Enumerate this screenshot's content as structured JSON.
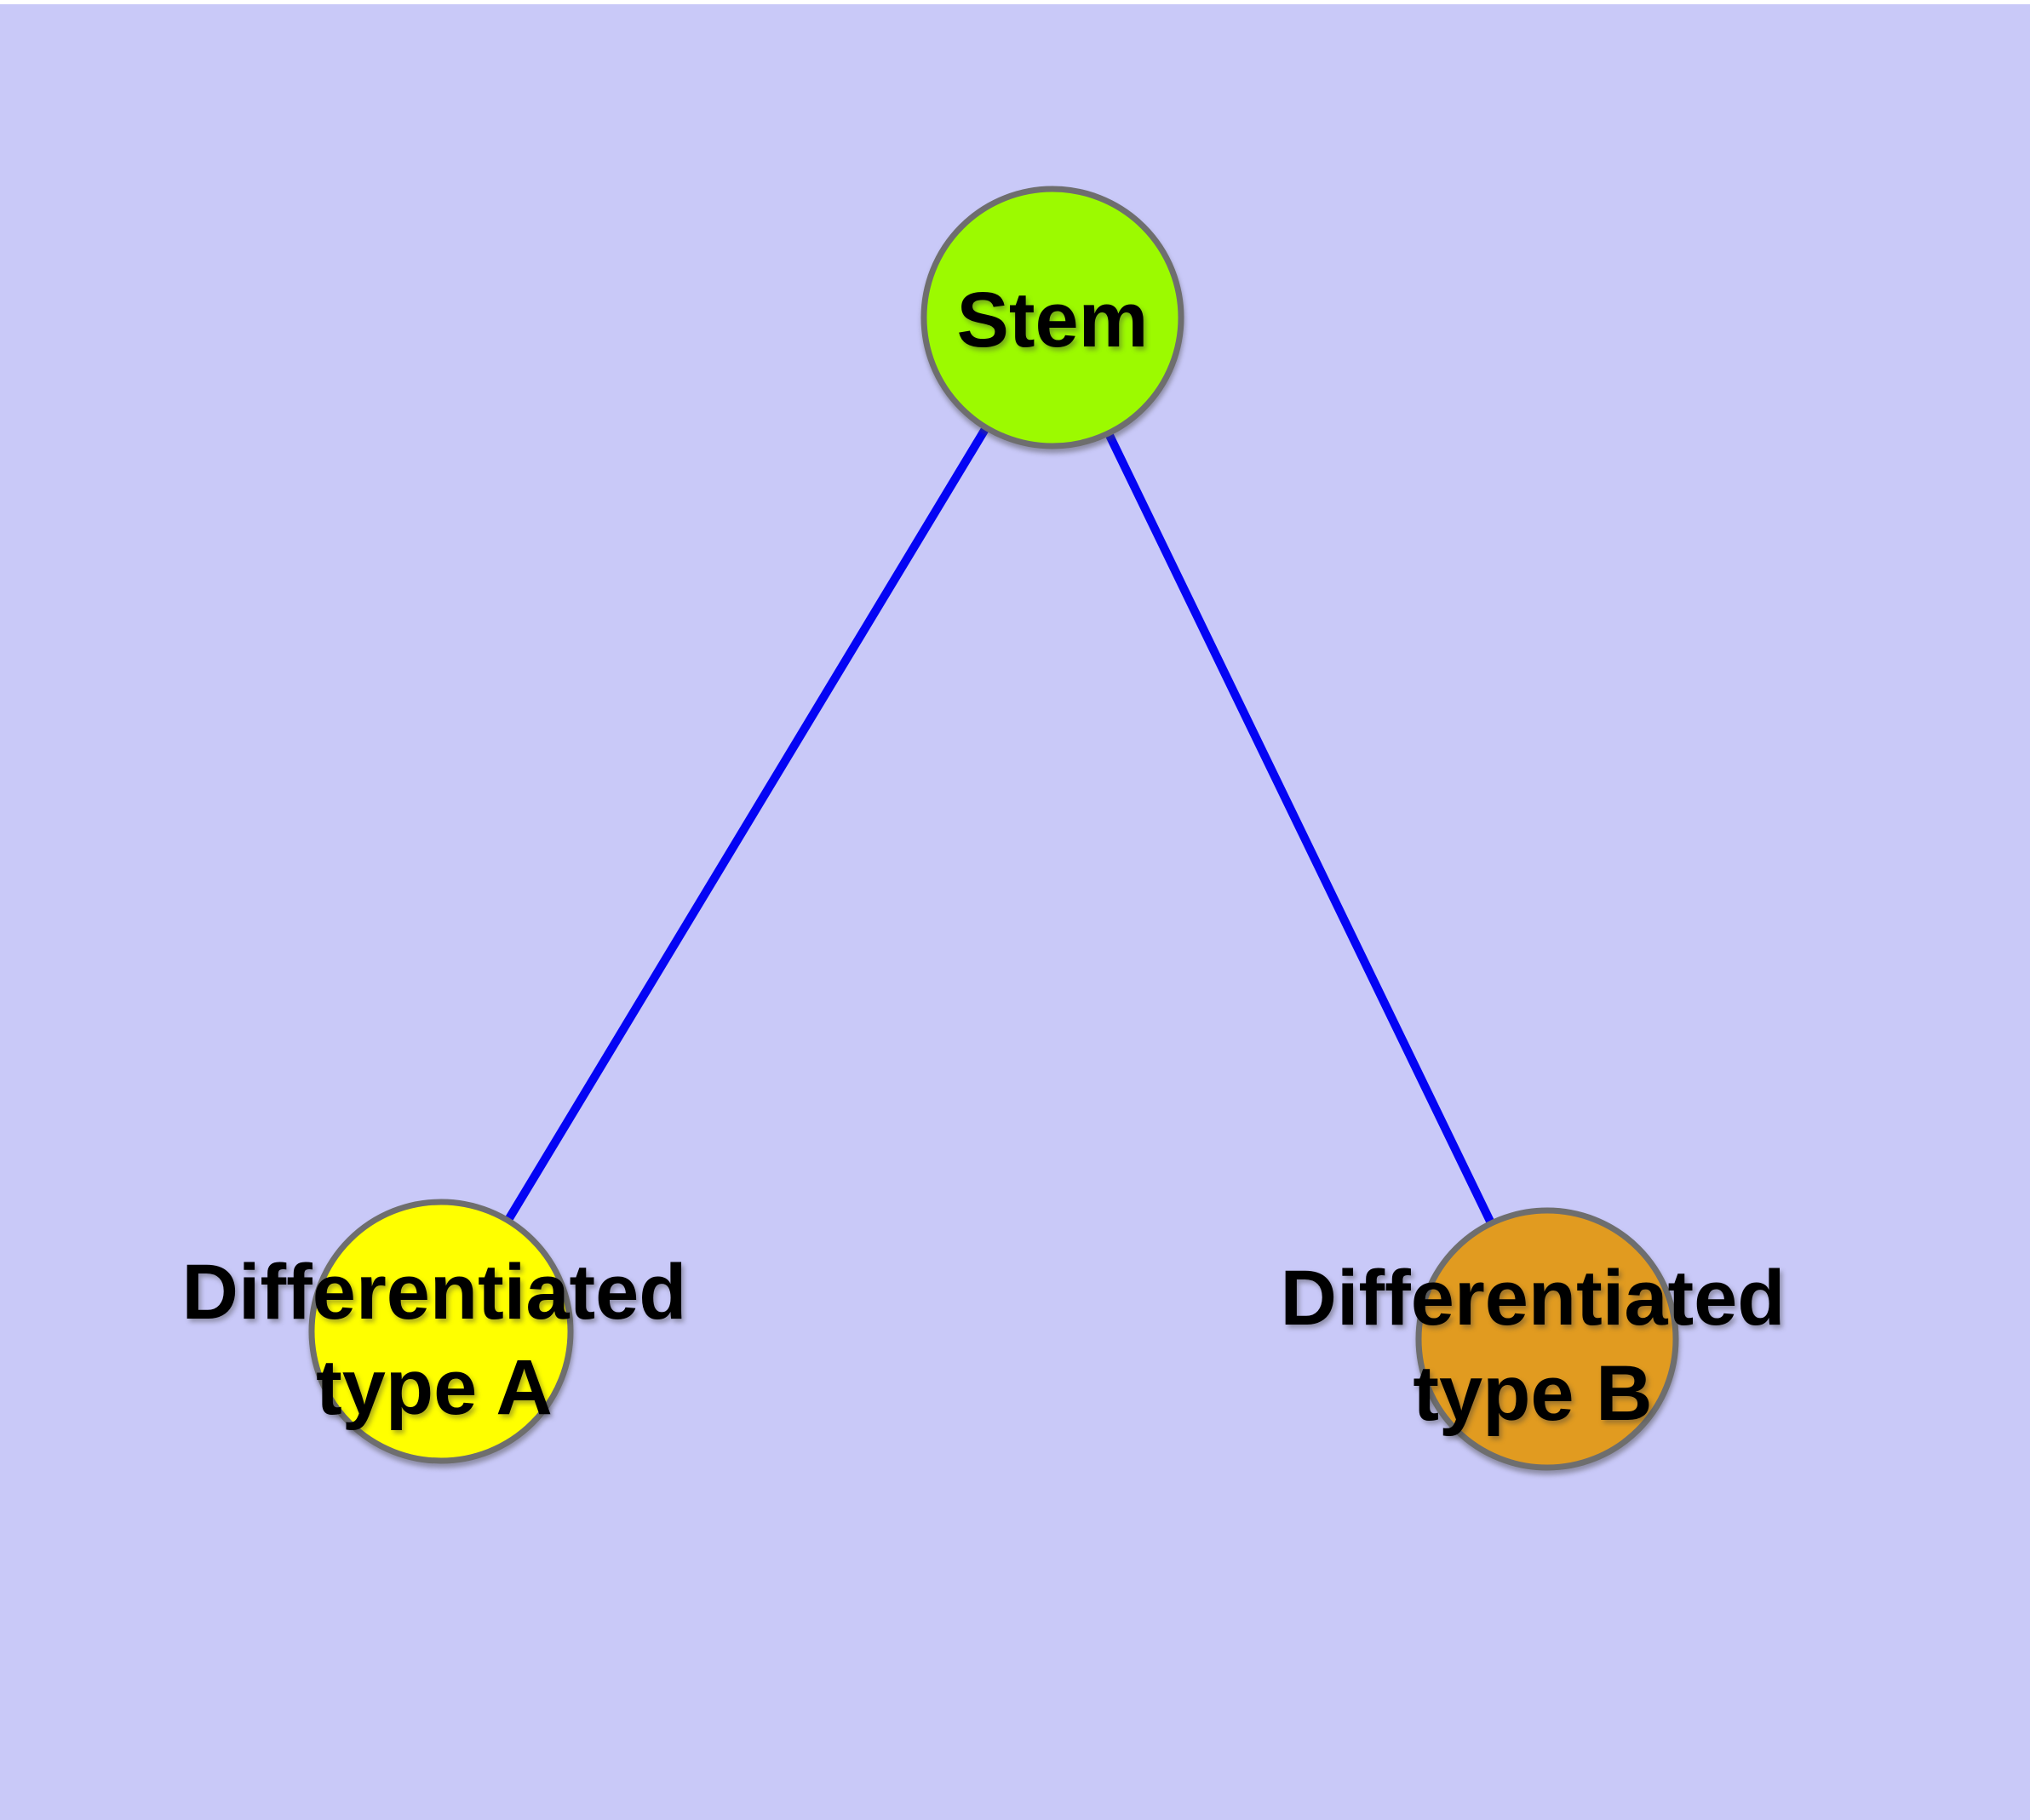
{
  "style": {
    "background_color": "#c9c9f8",
    "top_edge_color": "#ffffff",
    "edge_color": "#0404f4",
    "node_border_color": "#6e6e6e",
    "label_color": "#000000"
  },
  "graph": {
    "nodes": {
      "stem": {
        "label": "Stem",
        "fill": "#9cfa00"
      },
      "type_a": {
        "label_line1": "Differentiated",
        "label_line2": "type A",
        "fill": "#ffff00"
      },
      "type_b": {
        "label_line1": "Differentiated",
        "label_line2": "type B",
        "fill": "#e19b20"
      }
    },
    "edges": [
      {
        "from": "Stem",
        "to": "Differentiated type A"
      },
      {
        "from": "Stem",
        "to": "Differentiated type B"
      }
    ]
  }
}
